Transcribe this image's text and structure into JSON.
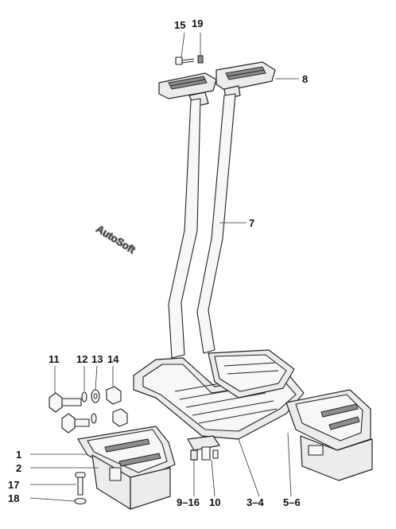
{
  "diagram": {
    "watermark": "AutoSoft",
    "callouts": {
      "c15": "15",
      "c19": "19",
      "c8": "8",
      "c7": "7",
      "c11": "11",
      "c12": "12",
      "c13": "13",
      "c14": "14",
      "c1": "1",
      "c2": "2",
      "c17": "17",
      "c18": "18",
      "c9_16": "9–16",
      "c10": "10",
      "c3_4": "3–4",
      "c5_6": "5–6"
    }
  }
}
